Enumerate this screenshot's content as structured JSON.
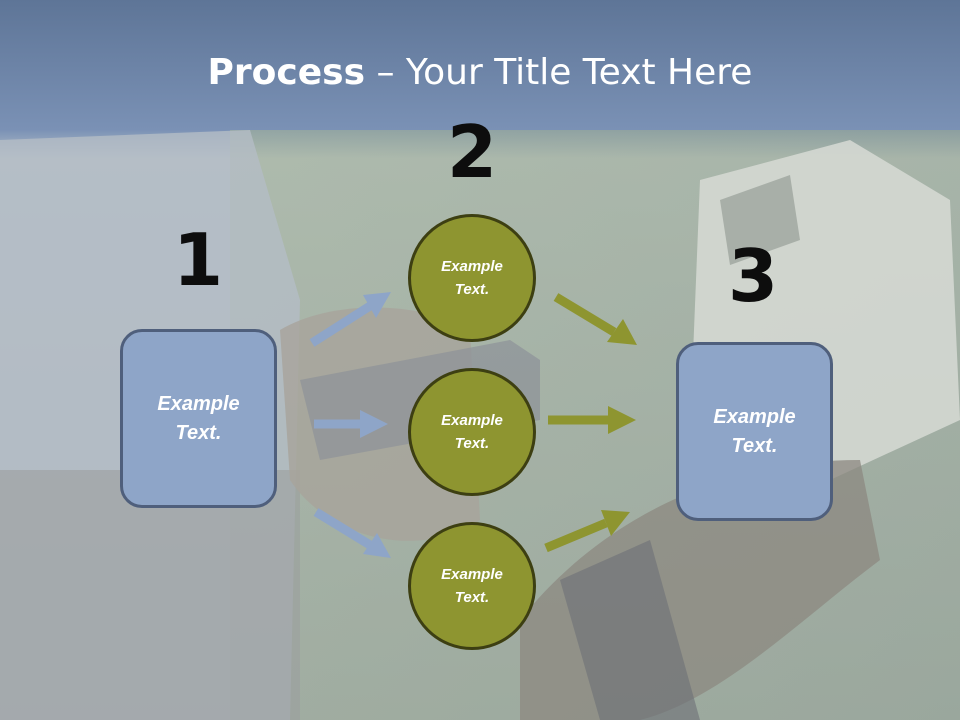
{
  "title": {
    "bold": "Process",
    "rest": " – Your Title Text Here"
  },
  "steps": [
    {
      "number": "1",
      "label": "Example Text."
    },
    {
      "number": "2",
      "nodes": [
        "Example Text.",
        "Example Text.",
        "Example Text."
      ]
    },
    {
      "number": "3",
      "label": "Example Text."
    }
  ],
  "colors": {
    "box_fill": "#8ea5c8",
    "box_border": "#4f5f7c",
    "circle_fill": "#8e9530",
    "circle_border": "#3d3f12",
    "arrow_blue": "#8ea5c8",
    "arrow_olive": "#8e9530",
    "header_band": "#6f88ad"
  }
}
